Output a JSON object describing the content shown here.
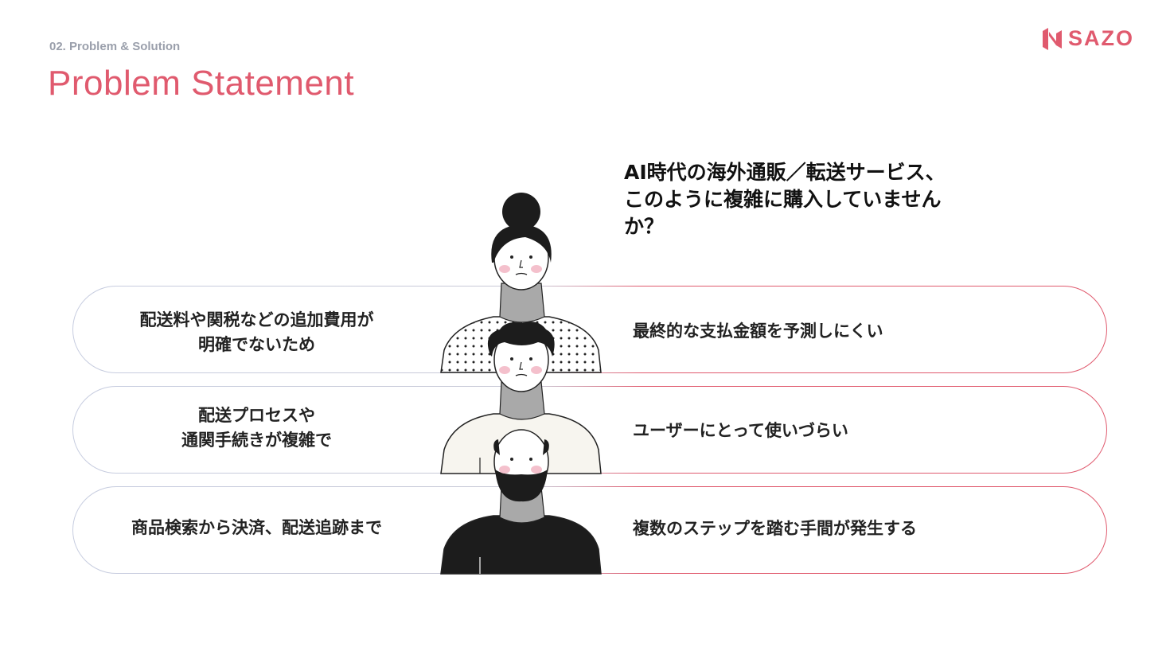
{
  "header": {
    "section_label": "02. Problem & Solution",
    "title": "Problem Statement",
    "brand_name": "SAZO",
    "brand_color": "#e05a6e"
  },
  "question": {
    "line1": "AI時代の海外通販／転送サービス、",
    "line2": "このように複雑に購入していません",
    "line3": "か？"
  },
  "rows": [
    {
      "cause_line1": "配送料や関税などの追加費用が",
      "cause_line2": "明確でないため",
      "effect": "最終的な支払金額を予測しにくい"
    },
    {
      "cause_line1": "配送プロセスや",
      "cause_line2": "通関手続きが複雑で",
      "effect": "ユーザーにとって使いづらい"
    },
    {
      "cause_line1": "商品検索から決済、配送追跡まで",
      "cause_line2": "",
      "effect": "複数のステップを踏む手間が発生する"
    }
  ],
  "icons": {
    "logo": "sazo-logo-icon",
    "person1": "woman-bun-illustration",
    "person2": "man-curly-hair-illustration",
    "person3": "bald-bearded-man-illustration"
  }
}
